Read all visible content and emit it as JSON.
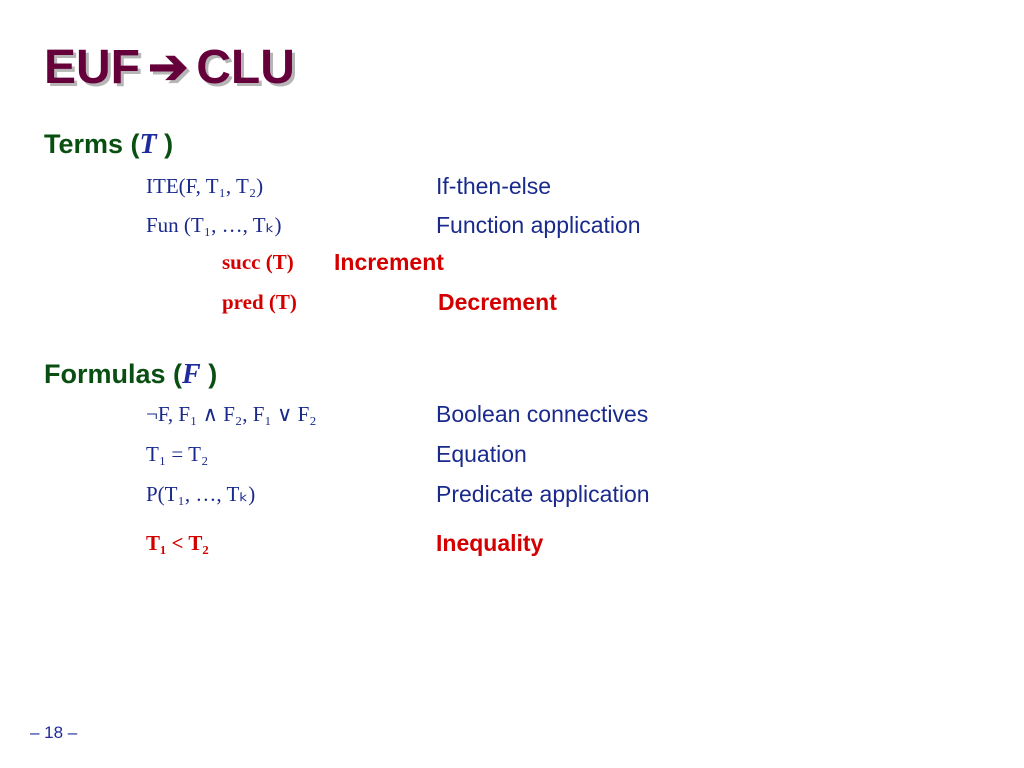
{
  "slide": {
    "title_left": "EUF",
    "title_arrow": "➔",
    "title_right": "CLU",
    "page_number": "– 18 –"
  },
  "terms": {
    "heading_prefix": "Terms (",
    "heading_symbol": "T",
    "heading_suffix": " )",
    "rows": [
      {
        "expression": "ITE(F, T₁, T₂)",
        "description": "If-then-else",
        "highlight": false
      },
      {
        "expression": "Fun (T₁, …, Tₖ)",
        "description": "Function application",
        "highlight": false
      },
      {
        "expression": "succ (T)",
        "description": "Increment",
        "highlight": true
      },
      {
        "expression": "pred (T)",
        "description": "Decrement",
        "highlight": true
      }
    ]
  },
  "formulas": {
    "heading_prefix": "Formulas (",
    "heading_symbol": "F",
    "heading_suffix": " )",
    "rows": [
      {
        "expression": "¬F, F₁ ∧ F₂, F₁ ∨ F₂",
        "description": "Boolean connectives",
        "highlight": false
      },
      {
        "expression": "T₁ = T₂",
        "description": "Equation",
        "highlight": false
      },
      {
        "expression": "P(T₁, …, Tₖ)",
        "description": "Predicate application",
        "highlight": false
      },
      {
        "expression": "T₁ < T₂",
        "description": "Inequality",
        "highlight": true
      }
    ]
  },
  "colors": {
    "title": "#66003a",
    "heading": "#0a4f12",
    "body_text": "#1a2a8c",
    "highlight": "#d40000"
  }
}
